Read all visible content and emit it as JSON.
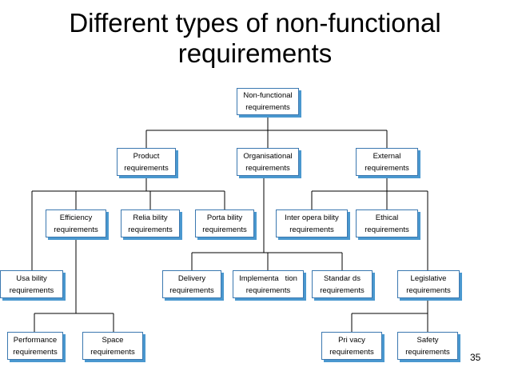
{
  "title": {
    "line1": "Different types of non-functional",
    "line2": "requirements"
  },
  "slide_number": "35",
  "colors": {
    "box_border": "#3b78b0",
    "box_shadow": "#4a98cf",
    "line": "#000000"
  },
  "nodes": {
    "nonfunctional": {
      "line1": "Non-functional",
      "line2": "requirements"
    },
    "product": {
      "line1": "Product",
      "line2": "requirements"
    },
    "organisational": {
      "line1": "Organisational",
      "line2": "requirements"
    },
    "external": {
      "line1": "External",
      "line2": "requirements"
    },
    "efficiency": {
      "line1": "Efficiency",
      "line2": "requirements"
    },
    "reliability": {
      "line1": "Relia bility",
      "line2": "requirements"
    },
    "portability": {
      "line1": "Porta bility",
      "line2": "requirements"
    },
    "interoperability": {
      "line1": "Inter opera bility",
      "line2": "requirements"
    },
    "ethical": {
      "line1": "Ethical",
      "line2": "requirements"
    },
    "usability": {
      "line1": "Usa bility",
      "line2": "requirements"
    },
    "delivery": {
      "line1": "Delivery",
      "line2": "requirements"
    },
    "implementation": {
      "line1": "Implementa   tion",
      "line2": "requirements"
    },
    "standards": {
      "line1": "Standar ds",
      "line2": "requirements"
    },
    "legislative": {
      "line1": "Legislative",
      "line2": "requirements"
    },
    "performance": {
      "line1": "Performance",
      "line2": "requirements"
    },
    "space": {
      "line1": "Space",
      "line2": "requirements"
    },
    "privacy": {
      "line1": "Pri vacy",
      "line2": "requirements"
    },
    "safety": {
      "line1": "Safety",
      "line2": "requirements"
    }
  }
}
